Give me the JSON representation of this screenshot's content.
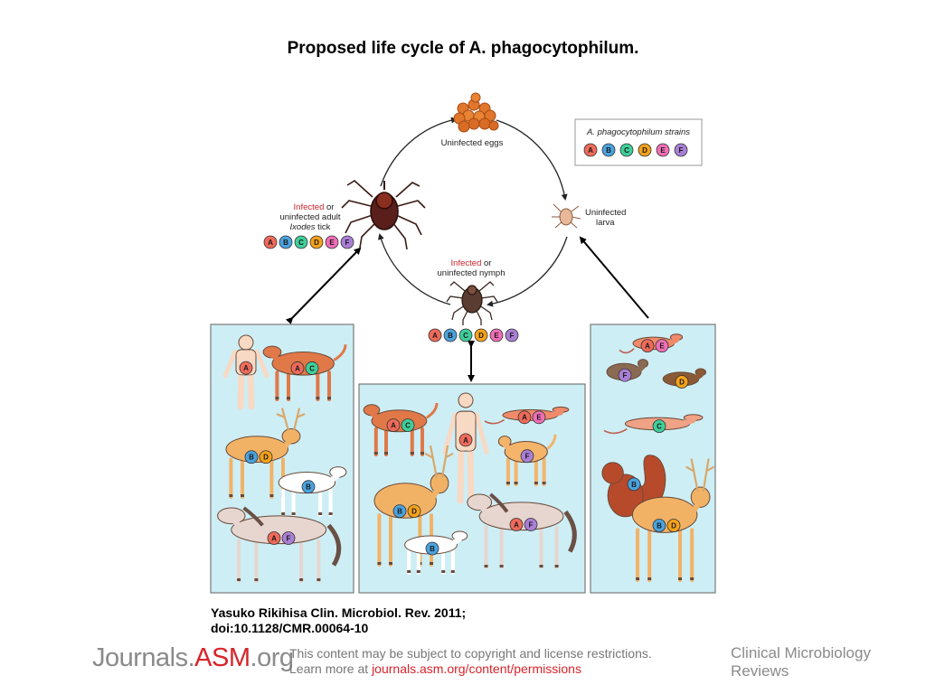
{
  "title": "Proposed life cycle of A. phagocytophilum.",
  "legend": {
    "heading": "A. phagocytophilum strains",
    "strains": [
      "A",
      "B",
      "C",
      "D",
      "E",
      "F"
    ]
  },
  "strain_colors": {
    "A": "#ef6a5a",
    "B": "#4aa3df",
    "C": "#3fcf9a",
    "D": "#f5a21b",
    "E": "#f06fb6",
    "F": "#a97fd6"
  },
  "cycle": {
    "eggs": "Uninfected eggs",
    "larva_line1": "Uninfected",
    "larva_line2": "larva",
    "nymph_infected": "Infected",
    "nymph_or": " or",
    "nymph_line2": "uninfected nymph",
    "nymph_strains": [
      "A",
      "B",
      "C",
      "D",
      "E",
      "F"
    ],
    "adult_infected": "Infected",
    "adult_or": " or",
    "adult_line2": "uninfected adult",
    "adult_line3_italic": "Ixodes",
    "adult_line3_rest": " tick",
    "adult_strains": [
      "A",
      "B",
      "C",
      "D",
      "E",
      "F"
    ]
  },
  "panels": {
    "left": [
      {
        "animal": "human",
        "strains": [
          "A"
        ]
      },
      {
        "animal": "dog",
        "strains": [
          "A",
          "C"
        ]
      },
      {
        "animal": "deer",
        "strains": [
          "B",
          "D"
        ]
      },
      {
        "animal": "sheep",
        "strains": [
          "B"
        ]
      },
      {
        "animal": "horse",
        "strains": [
          "A",
          "F"
        ]
      }
    ],
    "center": [
      {
        "animal": "dog",
        "strains": [
          "A",
          "C"
        ]
      },
      {
        "animal": "human",
        "strains": [
          "A"
        ]
      },
      {
        "animal": "rat",
        "strains": [
          "A",
          "E"
        ]
      },
      {
        "animal": "cat",
        "strains": [
          "F"
        ]
      },
      {
        "animal": "deer",
        "strains": [
          "B",
          "D"
        ]
      },
      {
        "animal": "horse",
        "strains": [
          "A",
          "F"
        ]
      },
      {
        "animal": "sheep",
        "strains": [
          "B"
        ]
      }
    ],
    "right": [
      {
        "animal": "mouse",
        "strains": [
          "A",
          "E"
        ]
      },
      {
        "animal": "chipmunk",
        "strains": [
          "F"
        ]
      },
      {
        "animal": "vole",
        "strains": [
          "D"
        ]
      },
      {
        "animal": "woodrat",
        "strains": [
          "C"
        ]
      },
      {
        "animal": "squirrel",
        "strains": [
          "B"
        ]
      },
      {
        "animal": "deer",
        "strains": [
          "B",
          "D"
        ]
      }
    ]
  },
  "citation": {
    "line1": "Yasuko Rikihisa Clin. Microbiol. Rev. 2011;",
    "line2": "doi:10.1128/CMR.00064-10"
  },
  "footer": {
    "logo_prefix": "Journals.",
    "logo_brand": "ASM",
    "logo_suffix": ".org",
    "notice_line1": "This content may be subject to copyright and license restrictions.",
    "notice_line2_prefix": "Learn more at ",
    "notice_link": "journals.asm.org/content/permissions",
    "journal_line1": "Clinical Microbiology",
    "journal_line2": "Reviews"
  }
}
